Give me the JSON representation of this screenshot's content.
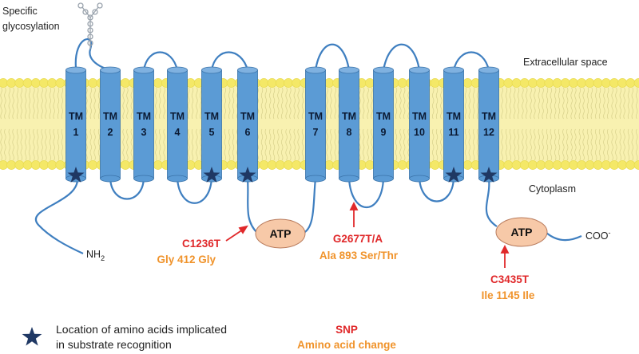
{
  "diagram": {
    "regions": {
      "extracellular": "Extracellular space",
      "cytoplasm": "Cytoplasm"
    },
    "glycosylation": {
      "line1": "Specific",
      "line2": "glycosylation"
    },
    "tm_prefix": "TM",
    "tm_numbers": [
      "1",
      "2",
      "3",
      "4",
      "5",
      "6",
      "7",
      "8",
      "9",
      "10",
      "11",
      "12"
    ],
    "n_terminus": {
      "main": "NH",
      "sub": "2"
    },
    "c_terminus": {
      "main": "COO",
      "sup": "-"
    },
    "atp_label": "ATP",
    "snps": [
      {
        "snp": "C1236T",
        "change": "Gly 412 Gly"
      },
      {
        "snp": "G2677T/A",
        "change": "Ala 893 Ser/Thr"
      },
      {
        "snp": "C3435T",
        "change": "Ile 1145 Ile"
      }
    ],
    "substrate_star_helices": [
      "1",
      "5",
      "6",
      "11",
      "12"
    ]
  },
  "legend": {
    "star_line1": "Location of amino acids implicated",
    "star_line2": "in substrate recognition",
    "snp": "SNP",
    "aa_change": "Amino acid change"
  },
  "colors": {
    "helix": "#5b9bd5",
    "helix_edge": "#3a73a9",
    "membrane": "#f6ee9c",
    "lipid_head": "#f4e867",
    "loop": "#3f7fc0",
    "atp_fill": "#f7c9a8",
    "star": "#1f3864",
    "snp_red": "#e0282a",
    "aa_orange": "#f0932b"
  }
}
